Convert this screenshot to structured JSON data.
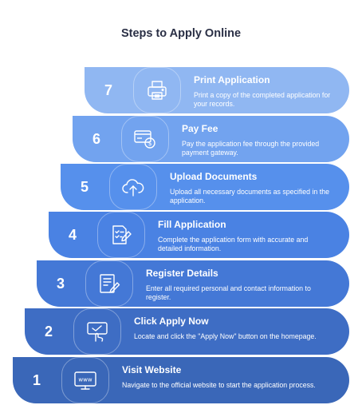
{
  "title": "Steps to Apply Online",
  "colors": {
    "s1": "#3a67b8",
    "s2": "#3e6dc4",
    "s3": "#4478d6",
    "s4": "#4a82e3",
    "s5": "#5690ec",
    "s6": "#72a3ef",
    "s7": "#90b7f2"
  },
  "steps": [
    {
      "number": "1",
      "icon": "monitor-www-icon",
      "heading": "Visit Website",
      "description": "Navigate to the official website to start the application process."
    },
    {
      "number": "2",
      "icon": "click-icon",
      "heading": "Click Apply Now",
      "description": "Locate and click the \"Apply Now\" button on the homepage."
    },
    {
      "number": "3",
      "icon": "form-pen-icon",
      "heading": "Register Details",
      "description": "Enter all required personal and contact information to register."
    },
    {
      "number": "4",
      "icon": "checklist-pen-icon",
      "heading": "Fill Application",
      "description": "Complete the application form with accurate and detailed information."
    },
    {
      "number": "5",
      "icon": "cloud-upload-icon",
      "heading": "Upload Documents",
      "description": "Upload all necessary documents as specified in the application."
    },
    {
      "number": "6",
      "icon": "payment-card-icon",
      "heading": "Pay Fee",
      "description": "Pay the application fee through the provided payment gateway."
    },
    {
      "number": "7",
      "icon": "printer-icon",
      "heading": "Print Application",
      "description": "Print a copy of the completed application for your records."
    }
  ]
}
